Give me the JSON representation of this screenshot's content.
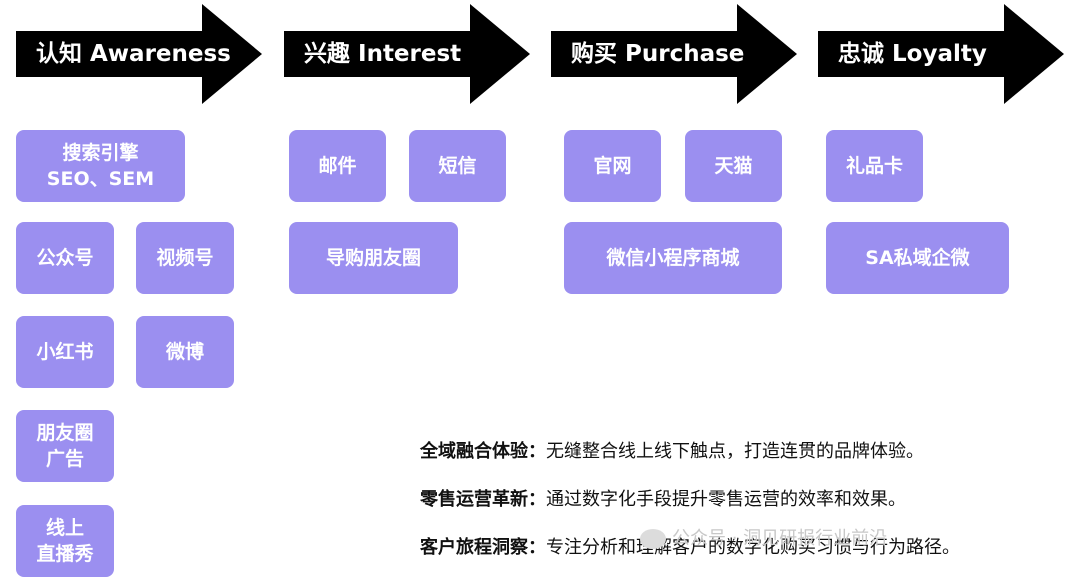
{
  "stages": [
    {
      "label": "认知 Awareness"
    },
    {
      "label": "兴趣 Interest"
    },
    {
      "label": "购买 Purchase"
    },
    {
      "label": "忠诚 Loyalty"
    }
  ],
  "boxes": {
    "awareness": [
      "搜索引擎\nSEO、SEM",
      "公众号",
      "视频号",
      "小红书",
      "微博",
      "朋友圈\n广告",
      "线上\n直播秀"
    ],
    "interest": [
      "邮件",
      "短信",
      "导购朋友圈"
    ],
    "purchase": [
      "官网",
      "天猫",
      "微信小程序商城"
    ],
    "loyalty": [
      "礼品卡",
      "SA私域企微"
    ]
  },
  "notes": [
    {
      "key": "全域融合体验：",
      "text": "无缝整合线上线下触点，打造连贯的品牌体验。"
    },
    {
      "key": "零售运营革新：",
      "text": "通过数字化手段提升零售运营的效率和效果。"
    },
    {
      "key": "客户旅程洞察：",
      "text": "专注分析和理解客户的数字化购买习惯与行为路径。"
    }
  ],
  "watermark": "公众号 · 洞见研报行业前沿",
  "colors": {
    "arrow": "#000000",
    "box": "#9b8ff0",
    "box_text": "#ffffff"
  }
}
